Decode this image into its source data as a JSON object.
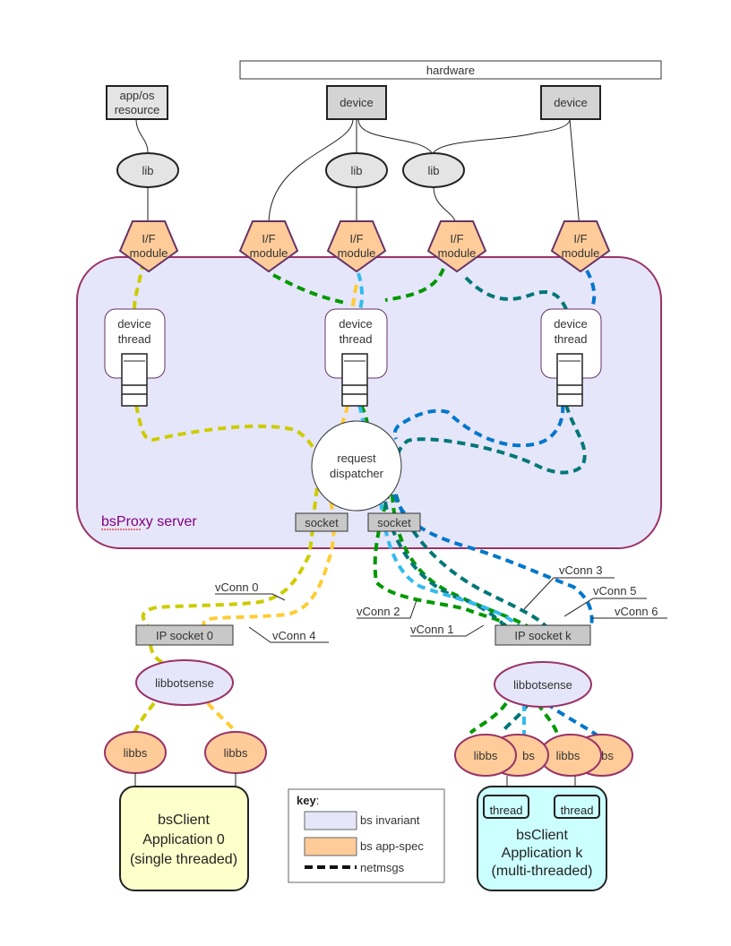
{
  "hardware": "hardware",
  "app_os_resource": [
    "app/os",
    "resource"
  ],
  "device_label": "device",
  "lib_label": "lib",
  "if_module": [
    "I/F",
    "module"
  ],
  "device_thread": [
    "device",
    "thread"
  ],
  "request_dispatcher": [
    "request",
    "dispatcher"
  ],
  "server_title": "bsProxy server",
  "socket_label": "socket",
  "ip_socket_0": "IP socket 0",
  "ip_socket_k": "IP socket k",
  "libbotsense": "libbotsense",
  "libbs": "libbs",
  "libbs_partial": "bs",
  "vconn": {
    "v0": "vConn 0",
    "v1": "vConn 1",
    "v2": "vConn 2",
    "v3": "vConn 3",
    "v4": "vConn 4",
    "v5": "vConn 5",
    "v6": "vConn 6"
  },
  "client0": [
    "bsClient",
    "Application 0",
    "(single threaded)"
  ],
  "clientk": [
    "bsClient",
    "Application k",
    "(multi-threaded)"
  ],
  "thread_label": "thread",
  "key": {
    "title": "key",
    "colon": ":",
    "invariant": "bs invariant",
    "app_spec": "bs app-spec",
    "netmsgs": "netmsgs"
  },
  "colors": {
    "server_fill": "#e6e6fa",
    "server_border": "#993366",
    "app_spec_fill": "#ffcc99",
    "pentagon_fill": "#ffcc99",
    "client0_fill": "#ffffcc",
    "clientk_fill": "#ccffff",
    "yellow": "#cccc00",
    "gold": "#ffcc33",
    "green": "#009900",
    "teal": "#007777",
    "blue": "#0077cc",
    "lightblue": "#33bbee"
  }
}
